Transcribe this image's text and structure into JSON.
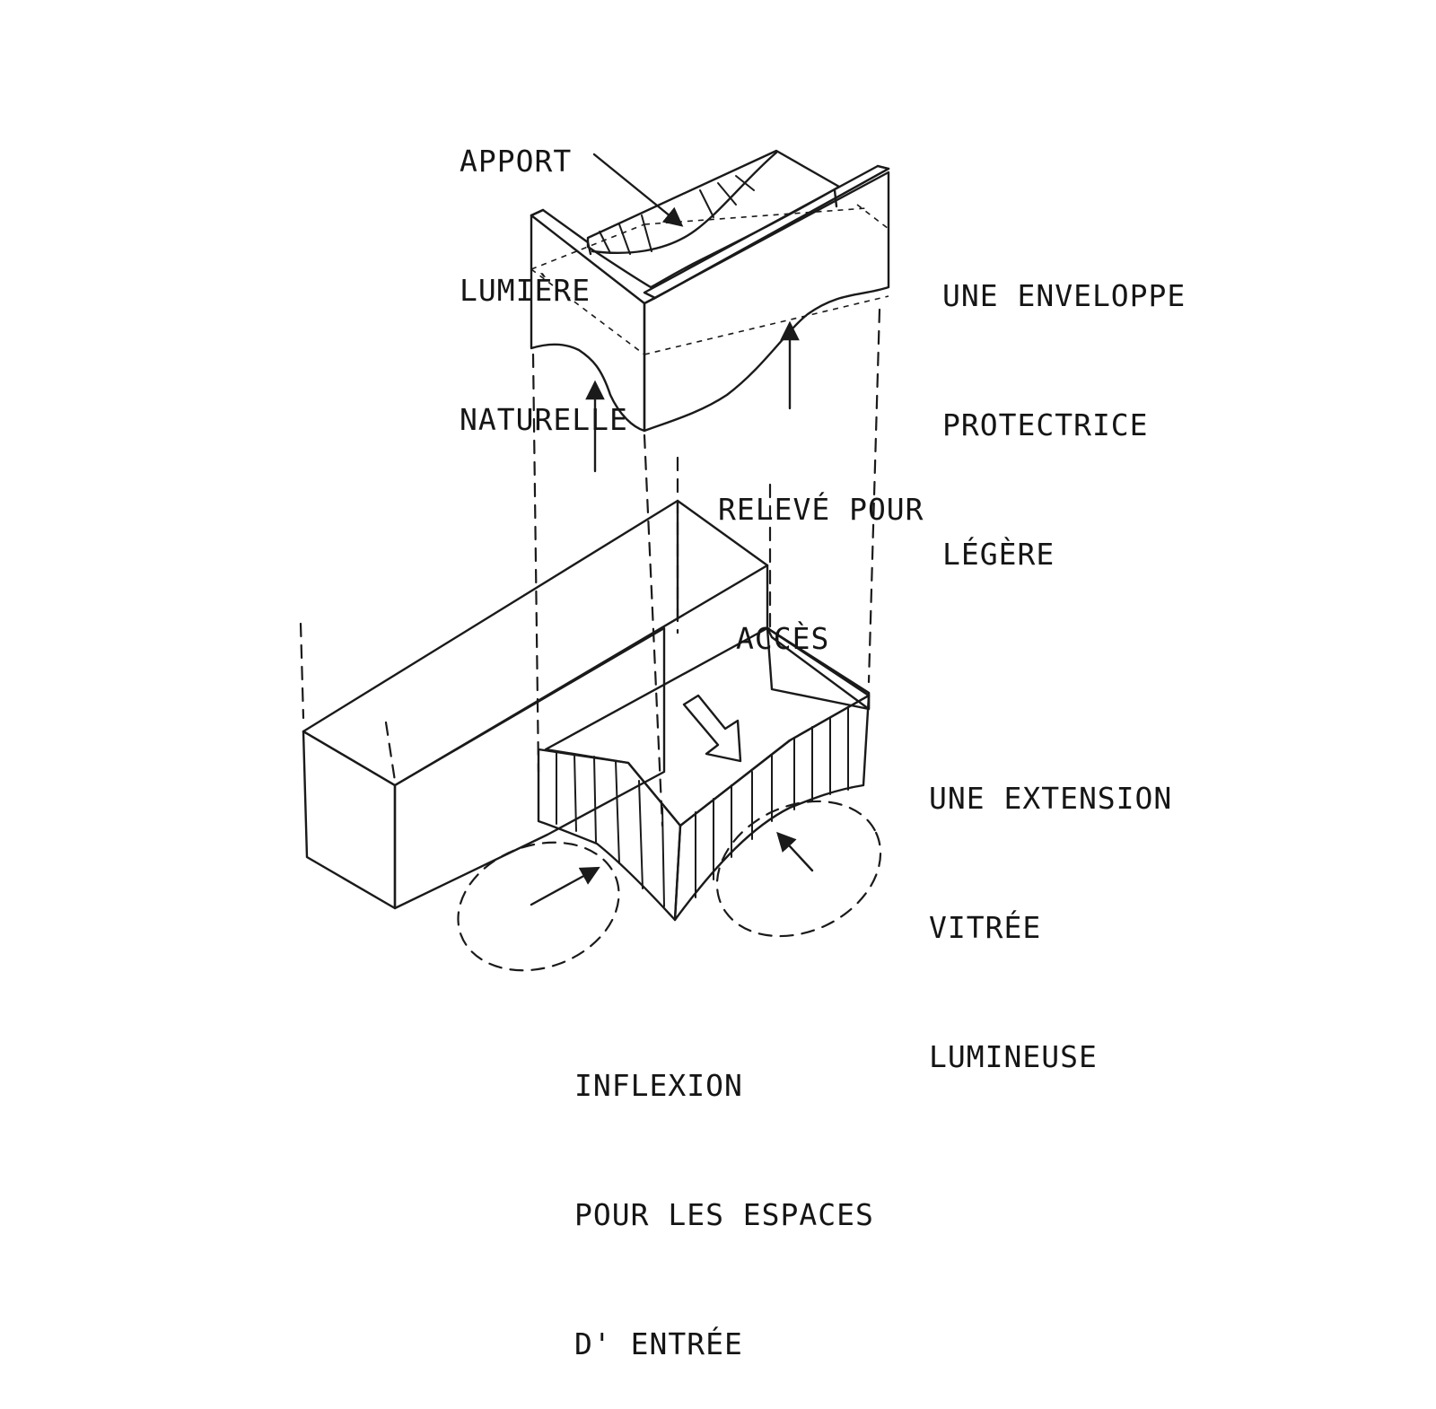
{
  "annotations": {
    "natural_light": [
      "APPORT",
      "LUMIÈRE",
      "NATURELLE"
    ],
    "envelope": [
      "UNE ENVELOPPE",
      "PROTECTRICE",
      "LÉGÈRE"
    ],
    "raised_access": [
      "RELEVÉ POUR",
      "ACCÈS"
    ],
    "glass_extension": [
      "UNE EXTENSION",
      "VITRÉE",
      "LUMINEUSE"
    ],
    "entry_inflection": [
      "INFLEXION",
      "POUR LES ESPACES",
      "D' ENTRÉE"
    ]
  },
  "colors": {
    "ink": "#1a1a1a",
    "envelope_fill": "#e6e6e6",
    "glass_fill": "#cfcfcf",
    "background": "#ffffff"
  }
}
